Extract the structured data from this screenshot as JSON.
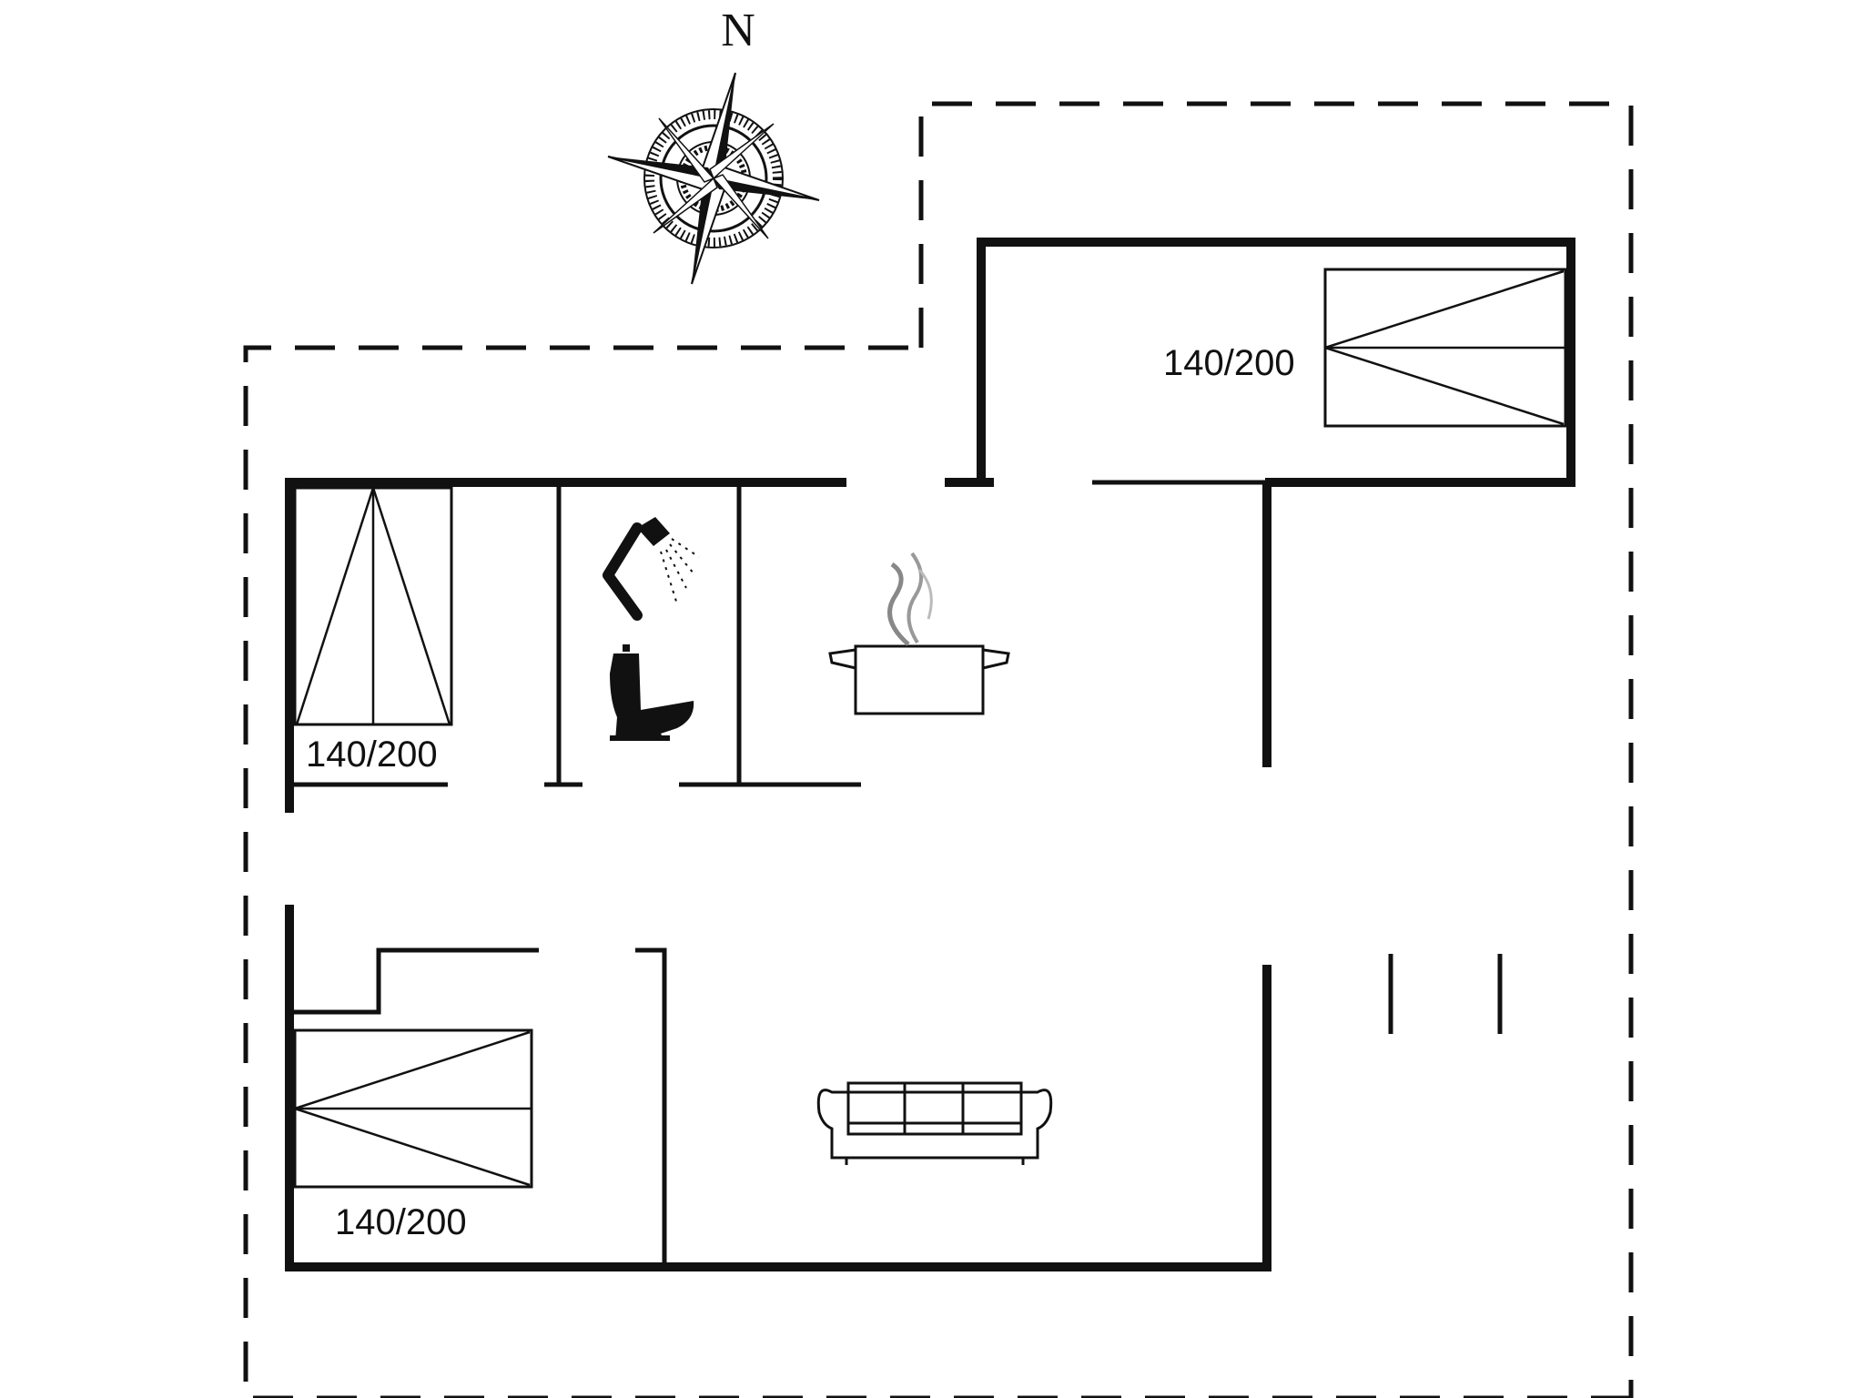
{
  "compass": {
    "north_label": "N"
  },
  "beds": [
    {
      "size_label": "140/200"
    },
    {
      "size_label": "140/200"
    },
    {
      "size_label": "140/200"
    }
  ],
  "icons": {
    "shower": "shower-icon",
    "toilet": "toilet-icon",
    "cooking_pot": "cooking-pot-icon",
    "sofa": "sofa-icon",
    "compass_rose": "compass-rose-icon"
  }
}
